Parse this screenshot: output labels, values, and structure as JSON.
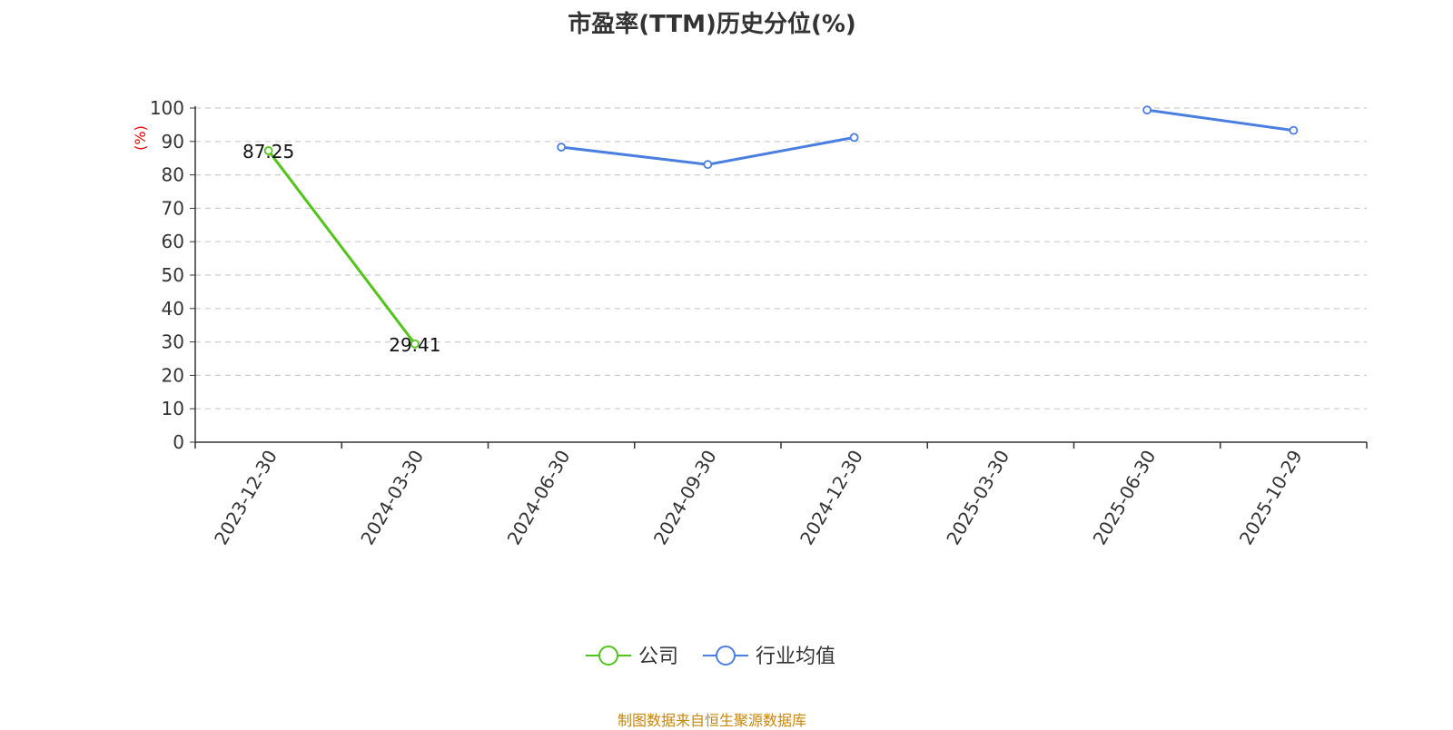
{
  "chart_data": {
    "type": "line",
    "title": "市盈率(TTM)历史分位(%)",
    "ylabel": "(%)",
    "xlabel": "",
    "ylim": [
      0,
      100
    ],
    "yticks": [
      0,
      10,
      20,
      30,
      40,
      50,
      60,
      70,
      80,
      90,
      100
    ],
    "categories": [
      "2023-12-30",
      "2024-03-30",
      "2024-06-30",
      "2024-09-30",
      "2024-12-30",
      "2025-03-30",
      "2025-06-30",
      "2025-10-29"
    ],
    "series": [
      {
        "name": "公司",
        "color": "#52c41a",
        "values": [
          87.25,
          29.41,
          null,
          null,
          null,
          null,
          null,
          null
        ],
        "labels": [
          "87.25",
          "29.41"
        ]
      },
      {
        "name": "行业均值",
        "color": "#4a7fe0",
        "values": [
          null,
          null,
          88.3,
          83.1,
          91.2,
          null,
          99.4,
          93.3
        ]
      }
    ],
    "grid": true,
    "legend_position": "bottom-center",
    "source": "制图数据来自恒生聚源数据库"
  }
}
